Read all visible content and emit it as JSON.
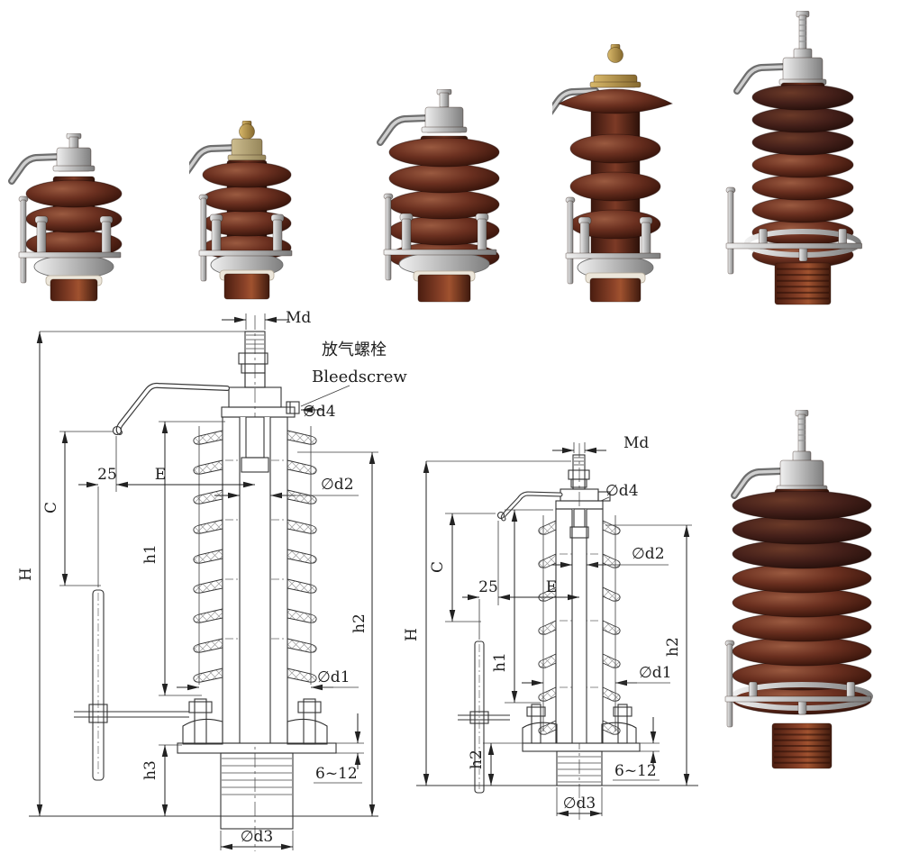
{
  "page": {
    "background": "#ffffff"
  },
  "colors": {
    "line": "#2b2b2b",
    "hatch": "#8a8a8a",
    "porcelain_dark": "#3f1c12",
    "porcelain": "#5f2a1b",
    "porcelain_light": "#6f3322",
    "metal": "#c9c9c9",
    "brass": "#b08d45"
  },
  "top_photos": [
    {
      "name": "porcelain surge arrester, 3 sheds"
    },
    {
      "name": "porcelain surge arrester, 4 sheds, brass terminal"
    },
    {
      "name": "porcelain surge arrester, 5 sheds"
    },
    {
      "name": "porcelain surge arrester, 3 large sheds, column type"
    },
    {
      "name": "porcelain surge arrester, 8 sheds, long stud terminal"
    }
  ],
  "side_photo": {
    "name": "porcelain surge arrester, 9 sheds, long stud terminal"
  },
  "drawing_left": {
    "labels": {
      "md": "Md",
      "bleed_cn": "放气螺栓",
      "bleed_en": "Bleedscrew",
      "d4": "∅d4",
      "d2": "∅d2",
      "dim25": "25",
      "e": "E",
      "c": "C",
      "h": "H",
      "h1": "h1",
      "h2": "h2",
      "d1": "∅d1",
      "h3": "h3",
      "plate_range": "6~12",
      "d3": "∅d3"
    }
  },
  "drawing_right": {
    "labels": {
      "md": "Md",
      "d4": "∅d4",
      "d2": "∅d2",
      "c": "C",
      "dim25": "25",
      "e": "E",
      "h": "H",
      "h1": "h1",
      "h2_side": "h2",
      "d1": "∅d1",
      "h2_bottom": "h2",
      "plate_range": "6~12",
      "d3": "∅d3"
    }
  }
}
